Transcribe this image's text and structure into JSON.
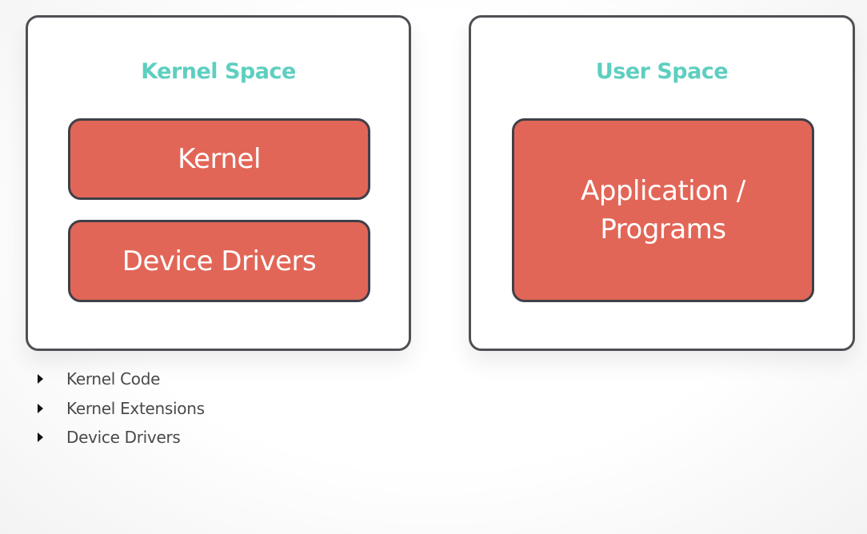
{
  "kernel_space": {
    "title": "Kernel Space",
    "blocks": [
      "Kernel",
      "Device Drivers"
    ]
  },
  "user_space": {
    "title": "User Space",
    "block": "Application / Programs"
  },
  "bullets": [
    "Kernel Code",
    "Kernel Extensions",
    "Device Drivers"
  ],
  "colors": {
    "title_teal": "#5ecfc0",
    "block_red": "#e26657",
    "border_dark": "#4f4f55",
    "text_gray": "#4a4a4a"
  }
}
